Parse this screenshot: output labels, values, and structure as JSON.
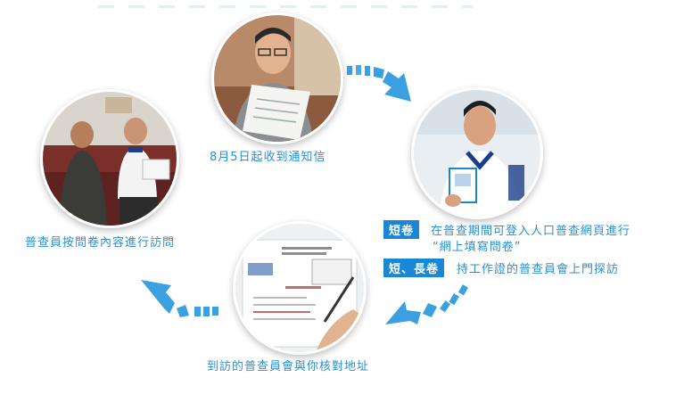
{
  "steps": {
    "step1": {
      "caption": "8月5日起收到通知信",
      "image": "man-reading-letter-photo"
    },
    "step2": {
      "image": "census-officer-id-card-photo",
      "short_badge": "短卷",
      "short_text_line1": "在普查期間可登入人口普查網頁進行",
      "short_text_line2": "“網上填寫問卷”",
      "long_badge": "短、長卷",
      "long_text": "持工作證的普查員會上門探訪"
    },
    "step3": {
      "caption": "到訪的普查員會與你核對地址",
      "image": "census-form-photo"
    },
    "step4": {
      "caption": "普查員按問卷內容進行訪問",
      "image": "interview-on-sofa-photo"
    }
  },
  "colors": {
    "accent": "#1a86d6",
    "caption": "#2a8fd1",
    "arrow": "#3aa0e0"
  },
  "icons": [
    "arrow-right-down-icon",
    "arrow-left-down-icon",
    "arrow-left-up-icon"
  ]
}
